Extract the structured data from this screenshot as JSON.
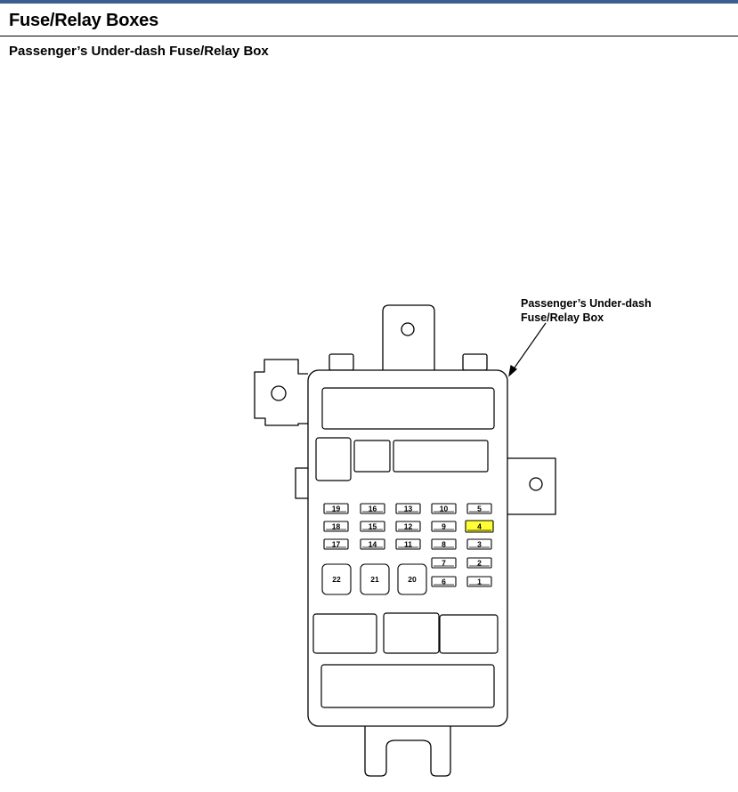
{
  "header": {
    "title": "Fuse/Relay Boxes",
    "section_title": "Passenger’s Under-dash Fuse/Relay Box"
  },
  "diagram": {
    "callout_line1": "Passenger’s Under-dash",
    "callout_line2": "Fuse/Relay Box",
    "highlighted_fuse": "4",
    "highlight_color": "#ffff33",
    "fuses": [
      "1",
      "2",
      "3",
      "4",
      "5",
      "6",
      "7",
      "8",
      "9",
      "10",
      "11",
      "12",
      "13",
      "14",
      "15",
      "16",
      "17",
      "18",
      "19"
    ],
    "large_fuses": [
      "20",
      "21",
      "22"
    ]
  }
}
